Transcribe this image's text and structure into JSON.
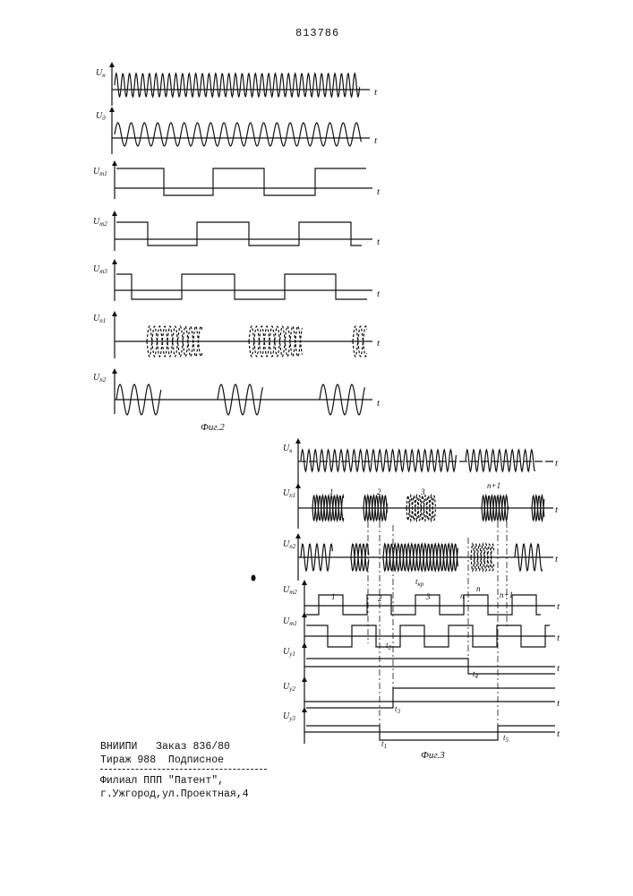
{
  "patent_number": "813786",
  "figure2": {
    "caption": "Фиг.2",
    "time_axis": "t",
    "signals": [
      {
        "label": "U",
        "sub": "н"
      },
      {
        "label": "U",
        "sub": "д"
      },
      {
        "label": "U",
        "sub": "т1"
      },
      {
        "label": "U",
        "sub": "т2"
      },
      {
        "label": "U",
        "sub": "т3"
      },
      {
        "label": "U",
        "sub": "п1"
      },
      {
        "label": "U",
        "sub": "п2"
      }
    ]
  },
  "figure3": {
    "caption": "Фиг.3",
    "time_axis": "t",
    "signals": [
      {
        "label": "U",
        "sub": "в"
      },
      {
        "label": "U",
        "sub": "п1"
      },
      {
        "label": "U",
        "sub": "п2"
      },
      {
        "label": "U",
        "sub": "т2"
      },
      {
        "label": "U",
        "sub": "т1"
      },
      {
        "label": "U",
        "sub": "у1"
      },
      {
        "label": "U",
        "sub": "у2"
      },
      {
        "label": "U",
        "sub": "у3"
      }
    ],
    "burst_numbers": [
      "1",
      "2",
      "3",
      "n+1"
    ],
    "pulse_numbers": [
      "1",
      "2",
      "3",
      "n",
      "n",
      "n+1"
    ],
    "interval_label": "t",
    "interval_sub": "кр",
    "time_marks": [
      {
        "label": "t",
        "sub": "1"
      },
      {
        "label": "t",
        "sub": "2"
      },
      {
        "label": "t",
        "sub": "3"
      },
      {
        "label": "t",
        "sub": "4"
      },
      {
        "label": "t",
        "sub": "5"
      }
    ]
  },
  "imprint": {
    "line1": "ВНИИПИ   Заказ 836/80",
    "line2": "Тираж 988  Подписное",
    "line3": "Филиал ППП \"Патент\",",
    "line4": "г.Ужгород,ул.Проектная,4"
  }
}
